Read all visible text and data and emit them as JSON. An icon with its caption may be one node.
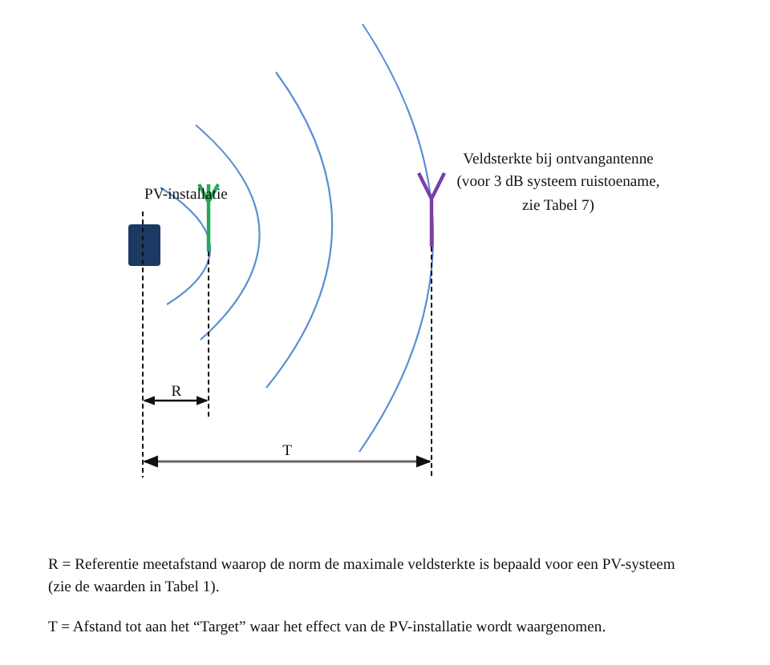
{
  "diagram": {
    "labels": [
      "PV-installatie",
      "Veldsterkte bij ontvangantenne (voor 3 dB systeem ruistoename, zie Tabel 7)",
      "R",
      "T",
      "R = Referentie meetafstand waarop de norm de maximale veldsterkte is bepaald voor een PV-systeem (zie de waarden in Tabel 1).",
      "T = Afstand tot aan het “Target” waar het effect van de PV-installatie wordt waargenomen."
    ]
  }
}
